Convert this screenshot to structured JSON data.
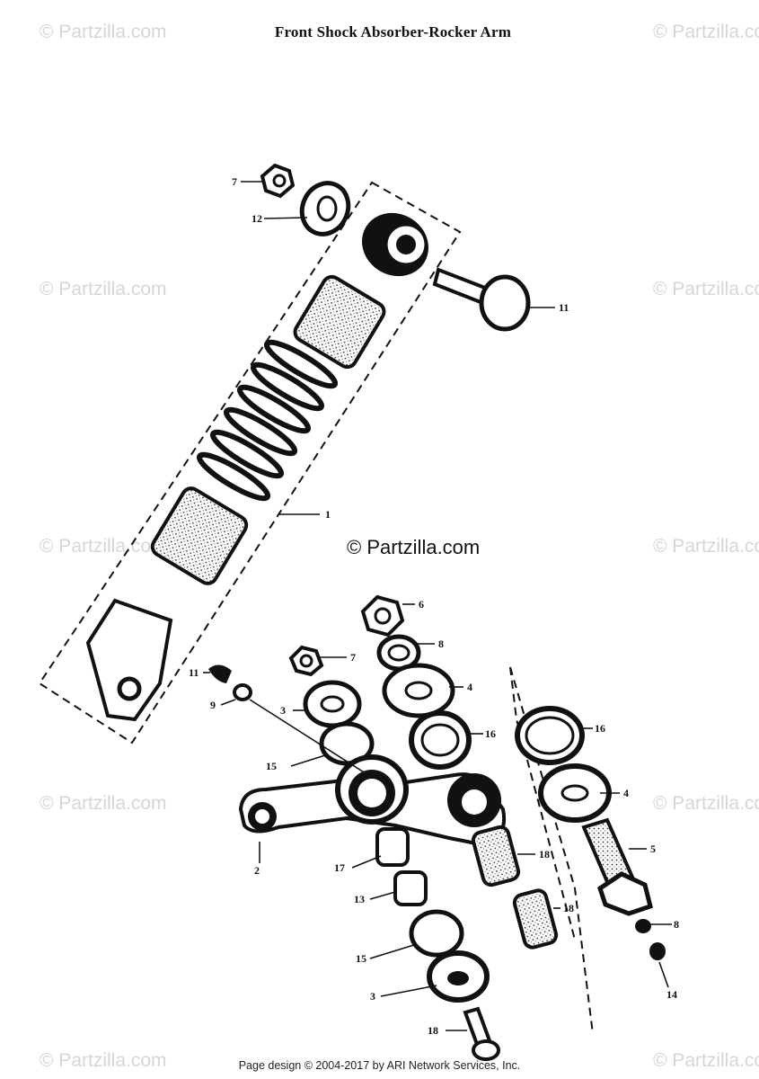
{
  "title": "Front Shock Absorber-Rocker Arm",
  "watermark": "© Partzilla.com",
  "center_copyright": "© Partzilla.com",
  "footer": "Page design © 2004-2017 by ARI Network Services, Inc.",
  "callouts": [
    "7",
    "12",
    "11",
    "1",
    "6",
    "8",
    "7",
    "4",
    "11",
    "9",
    "3",
    "16",
    "16",
    "4",
    "15",
    "2",
    "17",
    "18",
    "5",
    "13",
    "18",
    "8",
    "15",
    "3",
    "14",
    "18"
  ]
}
